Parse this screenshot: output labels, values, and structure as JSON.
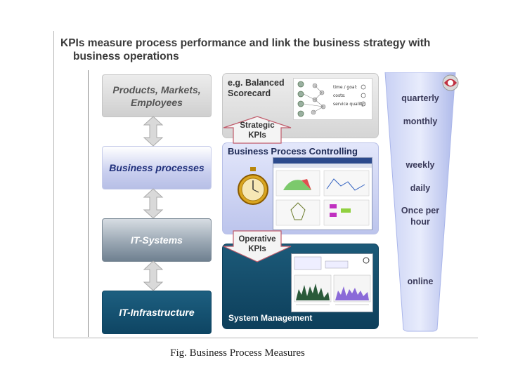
{
  "title": {
    "line1": "KPIs measure process performance and link the business strategy with",
    "line2": "business operations"
  },
  "left_boxes": {
    "products": "Products, Markets, Employees",
    "business_processes": "Business processes",
    "it_systems": "IT-Systems",
    "it_infrastructure": "IT-Infrastructure"
  },
  "middle": {
    "scorecard_label": "e.g. Balanced Scorecard",
    "strategic_kpis": "Strategic KPIs",
    "bpc_label": "Business Process Controlling",
    "operative_kpis": "Operative KPIs",
    "system_management": "System Management",
    "scorecard_rows": [
      "time / goal:",
      "costs:",
      "service quality:"
    ]
  },
  "frequencies": {
    "quarterly": "quarterly",
    "monthly": "monthly",
    "weekly": "weekly",
    "daily": "daily",
    "once_per_hour": "Once per hour",
    "online": "online"
  },
  "caption": "Fig. Business Process Measures",
  "colors": {
    "bp_blue": "#b7bfe6",
    "infra_teal": "#0e4563",
    "funnel_blue": "#aab6ea",
    "text_dark": "#3a3a3a"
  },
  "icons": [
    "double-arrow-icon",
    "callout-arrow-icon",
    "stopwatch-icon",
    "logo-icon"
  ]
}
